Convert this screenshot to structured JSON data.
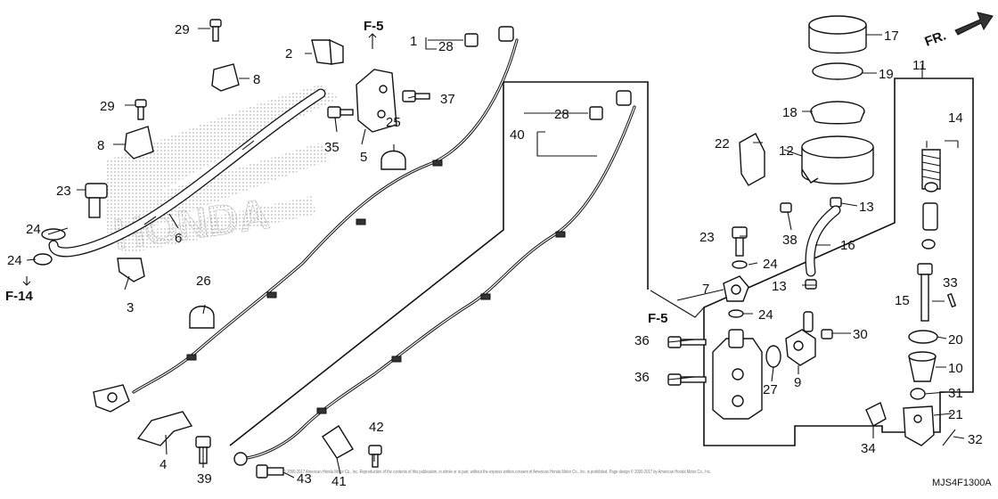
{
  "diagram": {
    "part_code": "MJS4F1300A",
    "front_arrow_label": "FR.",
    "watermark_brand": "HONDA",
    "copyright": "© 2000-2017 American Honda Motor Co., Inc. Reproduction of the contents of this publication, in whole or in part, without the express written consent of American Honda Motor Co., Inc. is prohibited. Page design © 2000-2017 by American Honda Motor Co., Inc.",
    "frame_refs": [
      "F-5",
      "F-5",
      "F-14"
    ],
    "callouts": [
      "1",
      "2",
      "3",
      "4",
      "5",
      "6",
      "7",
      "8",
      "8",
      "9",
      "10",
      "11",
      "12",
      "13",
      "13",
      "14",
      "15",
      "16",
      "17",
      "18",
      "19",
      "20",
      "21",
      "22",
      "23",
      "23",
      "24",
      "24",
      "24",
      "24",
      "25",
      "26",
      "27",
      "28",
      "28",
      "29",
      "29",
      "30",
      "31",
      "32",
      "33",
      "34",
      "35",
      "36",
      "36",
      "37",
      "38",
      "39",
      "40",
      "41",
      "42",
      "43"
    ]
  }
}
